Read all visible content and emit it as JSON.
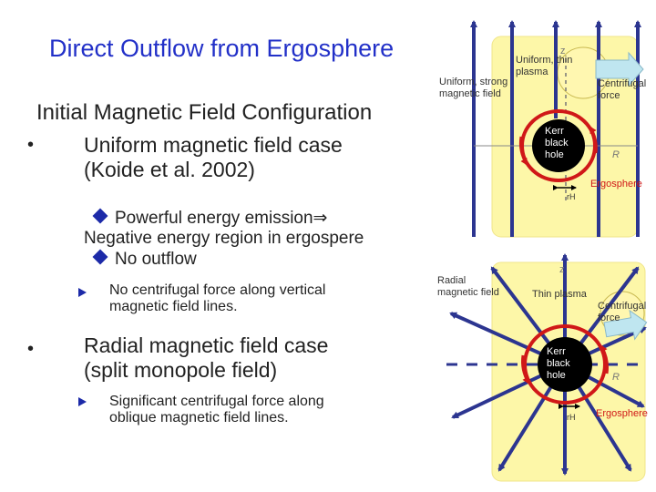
{
  "slide": {
    "title": "Direct Outflow from Ergosphere",
    "subtitle": "Initial Magnetic Field Configuration",
    "bullet_char": "•",
    "uniform_case": {
      "line1": "Uniform magnetic field case",
      "line2": "(Koide et al. 2002)"
    },
    "emission": {
      "line1": "Powerful energy emission⇒",
      "line2": "Negative energy region in ergospere",
      "line3": "No outflow"
    },
    "uniform_note": {
      "line1": "No centrifugal force along vertical",
      "line2": "magnetic field lines."
    },
    "radial_case": {
      "line1": "Radial magnetic field case",
      "line2": "(split monopole field)"
    },
    "radial_note": {
      "line1": "Significant centrifugal force along",
      "line2": "oblique magnetic field lines."
    }
  },
  "top_diagram": {
    "uniform_thin_plasma": "Uniform, thin plasma",
    "uniform_strong_field": "Uniform, strong magnetic field",
    "centrifugal_force": "Centrifugal force",
    "kerr_black_hole": "Kerr black hole",
    "ergosphere": "Ergosphere",
    "axis_z": "z",
    "axis_R": "R",
    "radius_rH": "rH"
  },
  "bottom_diagram": {
    "radial_field": "Radial magnetic field",
    "thin_plasma": "Thin plasma",
    "centrifugal_force": "Centrifugal force",
    "kerr_black_hole": "Kerr black hole",
    "ergosphere": "Ergosphere",
    "axis_z": "z",
    "axis_R": "R",
    "radius_rH": "rH"
  },
  "colors": {
    "title": "#2230c8",
    "field_lines": "#2c3590",
    "background_panel": "#fdf7a8",
    "black_hole": "#000000",
    "ergosphere_ring": "#d01818",
    "ergosphere_label": "#d01818",
    "centrifugal_arrow": "#bfe6f0",
    "white_text": "#ffffff"
  }
}
